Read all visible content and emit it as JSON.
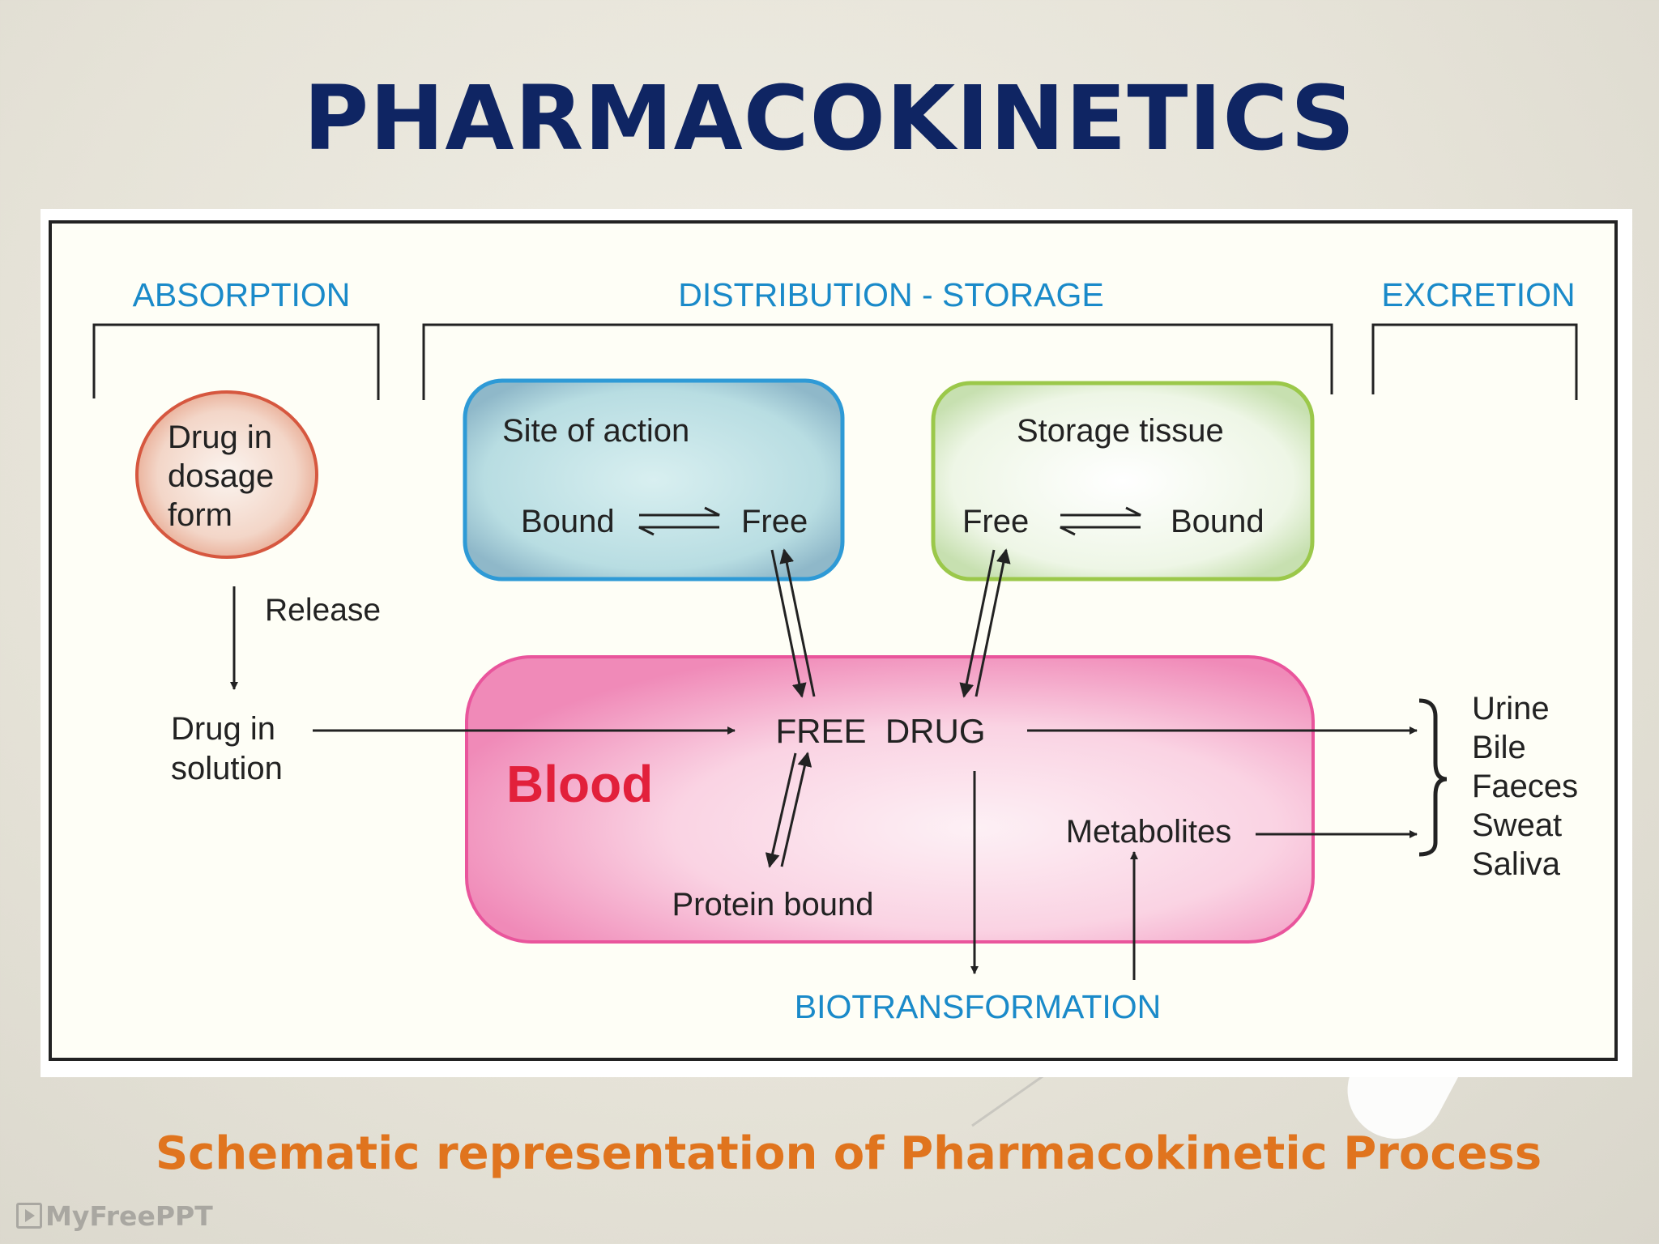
{
  "slide": {
    "title": "PHARMACOKINETICS",
    "caption": "Schematic representation of Pharmacokinetic Process",
    "watermark": "MyFreePPT"
  },
  "diagram": {
    "phases": {
      "absorption": "ABSORPTION",
      "distribution": "DISTRIBUTION - STORAGE",
      "excretion": "EXCRETION"
    },
    "dosage_form": [
      "Drug in",
      "dosage",
      "form"
    ],
    "release": "Release",
    "drug_in_solution": [
      "Drug in",
      "solution"
    ],
    "site_of_action": {
      "title": "Site of action",
      "left": "Bound",
      "right": "Free"
    },
    "storage_tissue": {
      "title": "Storage tissue",
      "left": "Free",
      "right": "Bound"
    },
    "blood": {
      "label": "Blood",
      "free_drug": "FREE  DRUG",
      "protein_bound": "Protein bound",
      "metabolites": "Metabolites"
    },
    "biotransformation": "BIOTRANSFORMATION",
    "excretion_routes": [
      "Urine",
      "Bile",
      "Faeces",
      "Sweat",
      "Saliva"
    ]
  },
  "colors": {
    "title": "#0f2563",
    "caption": "#e0741e",
    "phase_labels": "#1a8ac9",
    "blood_label": "#e2203b",
    "site_box": "#bfe0e3",
    "site_border": "#2e9ad6",
    "storage_box": "#e7f2dc",
    "storage_border": "#9bc84a",
    "blood_box": "#f7b6d2",
    "blood_border": "#e9559c",
    "dosage_circle": "#f4d7c8",
    "dosage_border": "#d6573f"
  }
}
